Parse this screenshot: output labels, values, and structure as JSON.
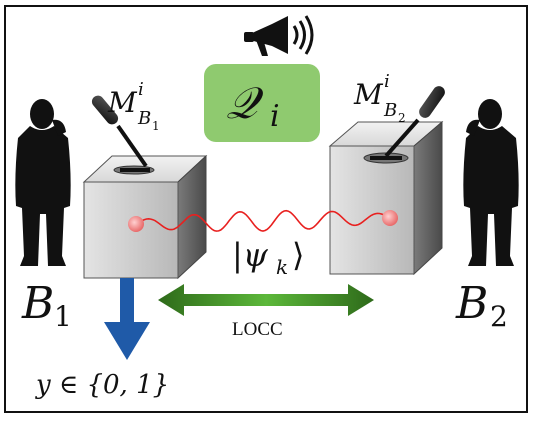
{
  "quantum_label": "𝒬ᵢ",
  "quantum_script": "𝒬",
  "quantum_sub": "i",
  "measure_left": {
    "base": "M",
    "sup": "i",
    "sub_base": "B",
    "sub_index": "1"
  },
  "measure_right": {
    "base": "M",
    "sup": "i",
    "sub_base": "B",
    "sub_index": "2"
  },
  "party_left": {
    "base": "B",
    "index": "1"
  },
  "party_right": {
    "base": "B",
    "index": "2"
  },
  "state_label": "|ψ",
  "state_sub": "k",
  "state_close": "⟩",
  "locc_label": "LOCC",
  "output_label": "y ∈ {0, 1}",
  "colors": {
    "quantum_box": "#8fca6f",
    "wave": "#e8201f",
    "particle": "#f28b8b",
    "locc_arrow_dark": "#2e6a1a",
    "locc_arrow_light": "#5cb83a",
    "output_arrow": "#1f5aa8",
    "cube_front": "#cfcfcf",
    "silhouette": "#111111"
  },
  "icons": [
    "megaphone-icon",
    "microphone-icon",
    "person-silhouette-icon"
  ]
}
